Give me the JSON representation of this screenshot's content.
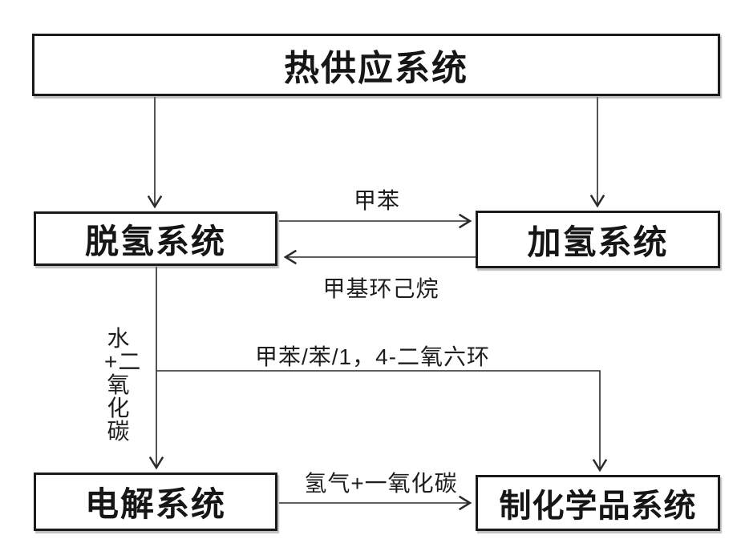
{
  "diagram": {
    "title_hint": "hydrogen storage / chemical production system flowchart",
    "colors": {
      "background": "#ffffff",
      "line": "#2a2a2a",
      "box_border": "#1a1a1a",
      "text": "#161616"
    },
    "nodes": {
      "heat_supply": {
        "label": "热供应系统"
      },
      "dehydrogenation": {
        "label": "脱氢系统"
      },
      "hydrogenation": {
        "label": "加氢系统"
      },
      "electrolysis": {
        "label": "电解系统"
      },
      "chemical_production": {
        "label": "制化学品系统"
      }
    },
    "edge_labels": {
      "toluene": "甲苯",
      "methylcyclohexane": "甲基环己烷",
      "water_co2": "水+二氧化碳",
      "toluene_benzene_dioxane": "甲苯/苯/1，4-二氧六环",
      "hydrogen_co": "氢气+一氧化碳"
    },
    "edges": [
      {
        "from": "heat_supply",
        "to": "dehydrogenation",
        "label": ""
      },
      {
        "from": "heat_supply",
        "to": "hydrogenation",
        "label": ""
      },
      {
        "from": "dehydrogenation",
        "to": "hydrogenation",
        "label": "甲苯"
      },
      {
        "from": "hydrogenation",
        "to": "dehydrogenation",
        "label": "甲基环己烷"
      },
      {
        "from": "dehydrogenation",
        "to": "electrolysis",
        "label": "水+二氧化碳"
      },
      {
        "from": "dehydrogenation",
        "to": "chemical_production",
        "label": "甲苯/苯/1，4-二氧六环"
      },
      {
        "from": "electrolysis",
        "to": "chemical_production",
        "label": "氢气+一氧化碳"
      }
    ]
  }
}
